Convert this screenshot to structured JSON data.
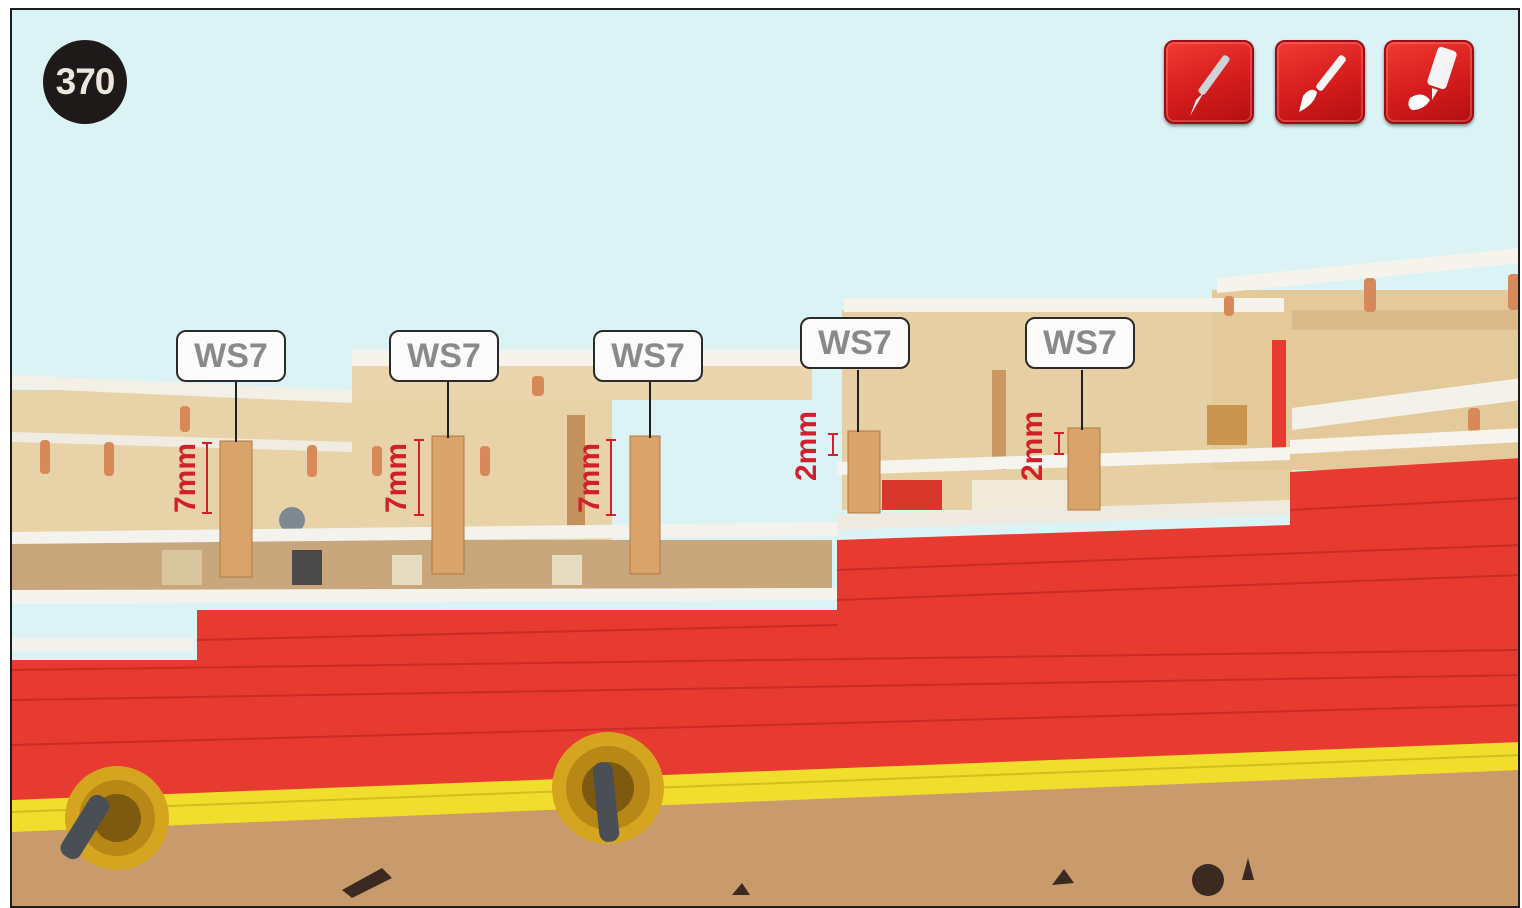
{
  "step_number": "370",
  "tools": [
    {
      "icon": "scalpel-icon"
    },
    {
      "icon": "paintbrush-icon"
    },
    {
      "icon": "glue-bottle-icon"
    }
  ],
  "labels": [
    {
      "part": "WS7",
      "dimension": "7mm"
    },
    {
      "part": "WS7",
      "dimension": "7mm"
    },
    {
      "part": "WS7",
      "dimension": "7mm"
    },
    {
      "part": "WS7",
      "dimension": "2mm"
    },
    {
      "part": "WS7",
      "dimension": "2mm"
    }
  ],
  "colors": {
    "sky": "#dcf3f6",
    "hull_red": "#e73a30",
    "yellow_stripe": "#f1de2c",
    "lower_hull": "#c99a6b",
    "rail_white": "#f2f0ea",
    "post_wood": "#d9a36a",
    "dimension_red": "#d11f2b",
    "tool_red": "#d41c1c"
  }
}
